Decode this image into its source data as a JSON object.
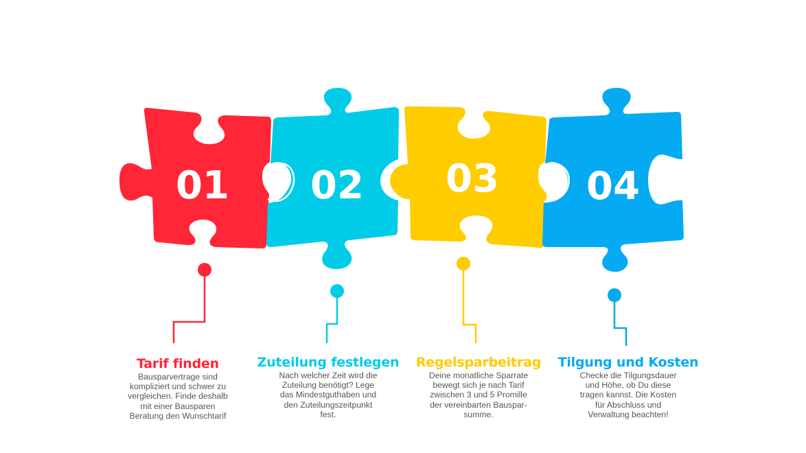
{
  "colors": {
    "red": "#FF2638",
    "cyan": "#00CCE8",
    "yellow": "#FFCC00",
    "blue": "#05AAF3",
    "text_gray": "#555555"
  },
  "steps": [
    {
      "number": "01",
      "color": "#FF2638",
      "title": "Tarif finden",
      "description": "Bausparvertrage sind kompliziert und schwer zu vergleichen. Finde deshalb mit einer Bausparen Beratung den Wunschtarif"
    },
    {
      "number": "02",
      "color": "#00CCE8",
      "title": "Zuteilung festlegen",
      "description": "Nach welcher Zeit wird die Zuteilung benötigt? Lege das Mindestguthaben und den Zuteilungszeitpunkt fest."
    },
    {
      "number": "03",
      "color": "#FFCC00",
      "title": "Regelsparbeitrag",
      "description": "Deine monatliche Sparrate bewegt sich je nach Tarif zwischen 3 und 5 Promille der vereinbarten Bauspar-summe."
    },
    {
      "number": "04",
      "color": "#05AAF3",
      "title": "Tilgung und Kosten",
      "description": "Checke die Tilgungsdauer und Höhe, ob Du diese tragen kannst. Die Kosten für Abschluss und Verwaltung beachten!"
    }
  ]
}
